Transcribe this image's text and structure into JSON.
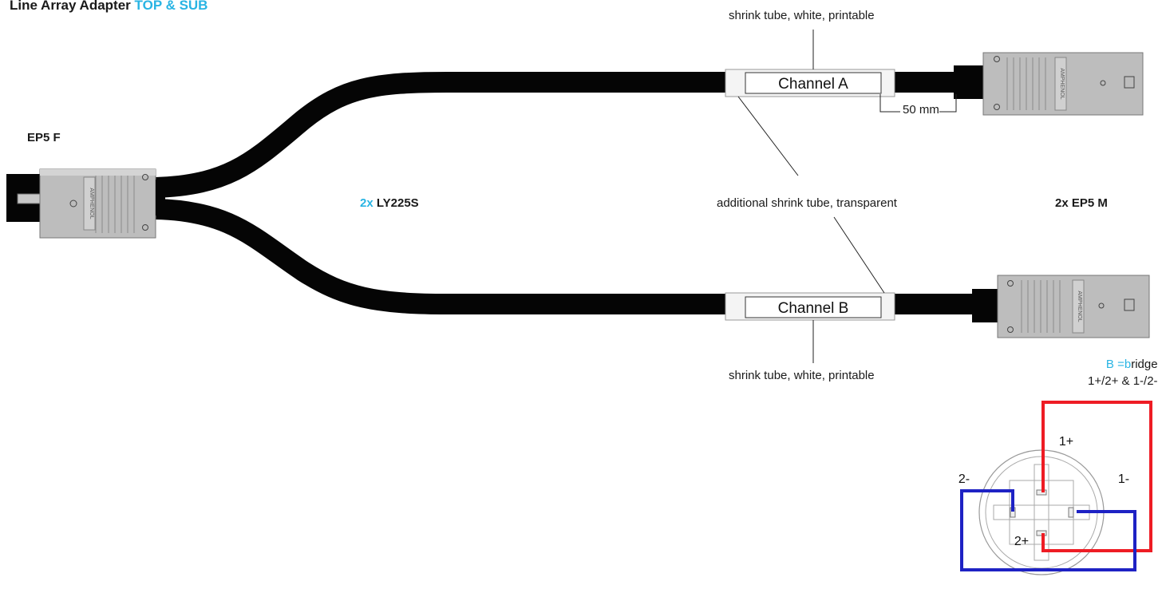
{
  "title": {
    "main": "Line Array Adapter",
    "accent": "TOP & SUB"
  },
  "colors": {
    "accent": "#29b4e3",
    "cable": "#050505",
    "connector": "#b8b8b8",
    "red": "#ee1c24",
    "blue": "#1e22c4"
  },
  "labels": {
    "ep5f": "EP5 F",
    "cable_count": "2x",
    "cable_type": "LY225S",
    "ep5m": "2x EP5 M",
    "shrink_top": "shrink tube, white, printable",
    "shrink_bottom": "shrink tube, white, printable",
    "additional": "additional shrink tube, transparent",
    "channel_a": "Channel A",
    "channel_b": "Channel B",
    "distance": "50 mm",
    "amphenol": "AMPHENOL"
  },
  "bridge": {
    "key": "B",
    "eq": " =",
    "b": "b",
    "rest": "ridge",
    "line2": "1+/2+ & 1-/2-"
  },
  "pins": {
    "p1plus": "1+",
    "p1minus": "1-",
    "p2plus": "2+",
    "p2minus": "2-"
  },
  "icons": [
    "screw-icon",
    "connector-body-icon"
  ]
}
